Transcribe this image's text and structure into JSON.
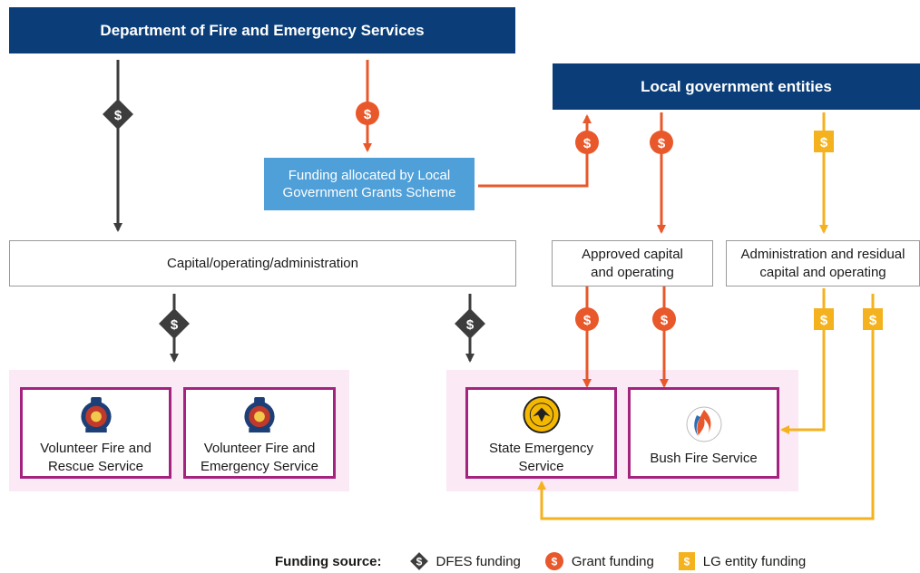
{
  "boxes": {
    "dfes": "Department of Fire and Emergency Services",
    "local_gov": "Local government entities",
    "grants_scheme": "Funding allocated by Local Government Grants Scheme",
    "capital_operating_admin": "Capital/operating/administration",
    "approved_capital": "Approved capital and operating",
    "admin_residual": "Administration and residual capital and operating"
  },
  "services": [
    {
      "name": "Volunteer Fire and Rescue Service",
      "logo": "fire-rescue-badge-icon"
    },
    {
      "name": "Volunteer Fire and Emergency Service",
      "logo": "fire-rescue-badge-icon"
    },
    {
      "name": "State Emergency Service",
      "logo": "ses-eagle-badge-icon"
    },
    {
      "name": "Bush Fire Service",
      "logo": "bush-fire-service-logo-icon"
    }
  ],
  "legend": {
    "title": "Funding source:",
    "dfes": "DFES funding",
    "grant": "Grant funding",
    "lg": "LG entity funding"
  },
  "colors": {
    "navy": "#0b3e78",
    "light_blue": "#4f9fd8",
    "dfes_arrow": "#3d3d3d",
    "grant_arrow": "#e8582b",
    "lg_arrow": "#f5b21f",
    "service_border": "#a3237f",
    "service_bg": "#fbe9f5"
  }
}
